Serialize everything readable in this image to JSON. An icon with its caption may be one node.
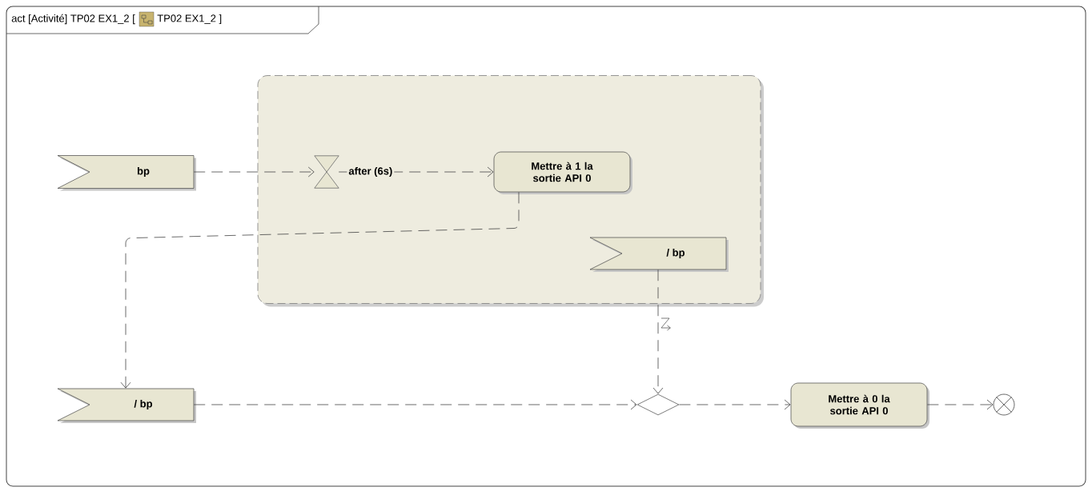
{
  "diagram": {
    "title": "act [Activité] TP02 EX1_2 [",
    "nodes": [
      {
        "text": [],
        "shape": "box"
      },
      {
        "text": [
          "bp"
        ]
      },
      {
        "text": [],
        "shape": "hourglass",
        "beside": [
          "after (6s)"
        ],
        "in": 0
      },
      {
        "text": [
          "Mettre à 1 la sortie API 0"
        ],
        "in": 0
      },
      {
        "text": [
          "/ bp"
        ],
        "in": 0
      },
      {
        "text": [
          "/ bp"
        ]
      },
      {
        "text": [],
        "shape": "diamond"
      },
      {
        "text": [
          "Mettre à 0 la sortie API 0"
        ]
      },
      {
        "text": [],
        "shape": "circle"
      }
    ],
    "edges": [
      {
        "from": 1,
        "to": 2,
        "arrow": "to",
        "style": "dashed"
      },
      {
        "from": 2,
        "to": 3,
        "arrow": "to",
        "style": "dashed"
      },
      {
        "from": 3,
        "to": 5,
        "arrow": "to",
        "style": "dashed"
      },
      {
        "from": 4,
        "to": 6,
        "arrow": "to",
        "style": "dashed"
      },
      {
        "from": 5,
        "to": 6,
        "arrow": "to",
        "style": "dashed"
      },
      {
        "from": 6,
        "to": 7,
        "arrow": "to",
        "style": "dashed"
      },
      {
        "from": 7,
        "to": 8,
        "arrow": "to",
        "style": "dashed"
      }
    ],
    "labels": [
      "TP02 EX1_2 ]"
    ]
  }
}
